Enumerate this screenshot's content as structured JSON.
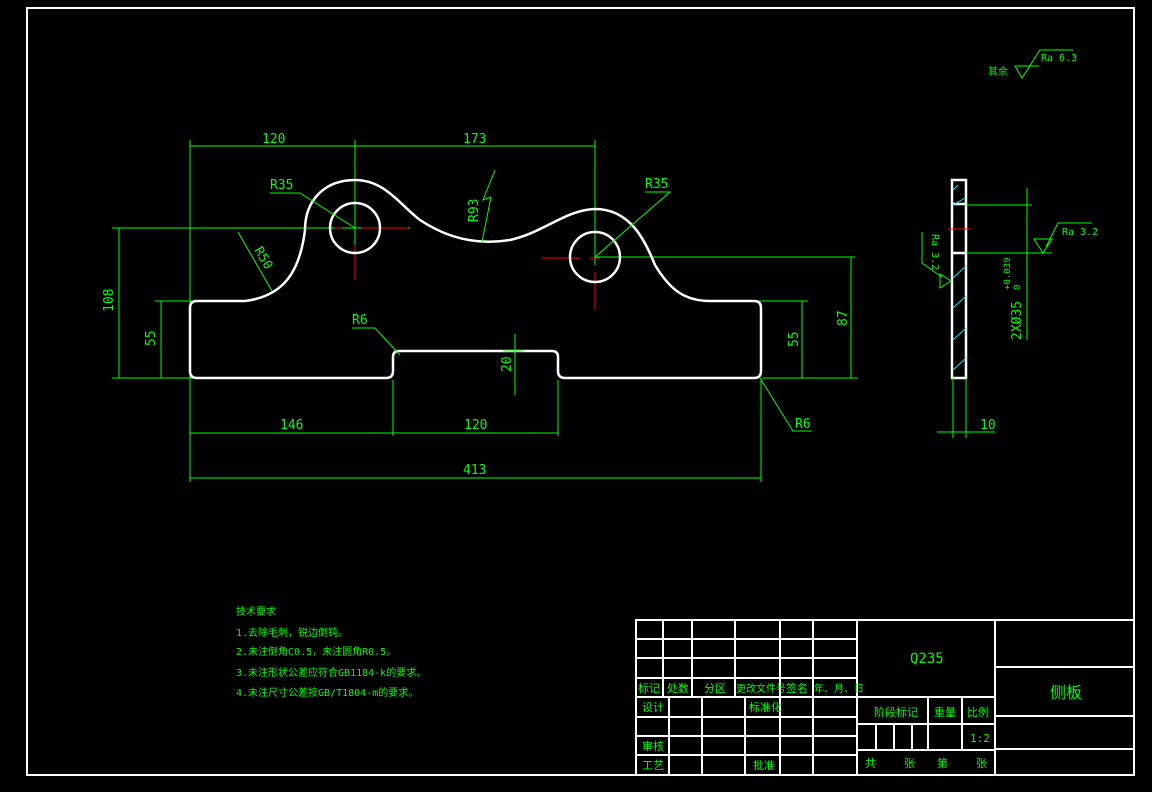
{
  "drawing": {
    "roughness_other": {
      "label": "其余",
      "value": "Ra 6.3"
    },
    "roughness_face": "Ra 3.2",
    "roughness_hole": "Ra 3.2",
    "dimensions": {
      "d120_top": "120",
      "d173": "173",
      "r35_left": "R35",
      "r35_right": "R35",
      "r93": "R93",
      "r50": "R50",
      "d108": "108",
      "d55_left": "55",
      "r6_notch": "R6",
      "d20": "20",
      "d55_right": "55",
      "d87": "87",
      "d146": "146",
      "d120_bottom": "120",
      "r6_corner": "R6",
      "d413": "413",
      "hole_spec": "2XØ35",
      "tol_upper": "+0.039",
      "tol_lower": "0",
      "thickness": "10"
    }
  },
  "tech_requirements": {
    "title": "技术要求",
    "items": [
      "1.去除毛刺，锐边倒钝。",
      "2.未注倒角C0.5，未注圆角R0.5。",
      "3.未注形状公差应符合GB1184-k的要求。",
      "4.未注尺寸公差按GB/T1804-m的要求。"
    ]
  },
  "title_block": {
    "headers": [
      "标记",
      "处数",
      "分区",
      "更改文件号",
      "签名",
      "年、月、日"
    ],
    "design": "设计",
    "standardization": "标准化",
    "review": "审核",
    "process": "工艺",
    "approve": "批准",
    "material": "Q235",
    "stage_mark": "阶段标记",
    "weight": "重量",
    "scale_label": "比例",
    "scale_value": "1:2",
    "total_sheets": "共",
    "sheets_unit1": "张",
    "sheet_no": "第",
    "sheets_unit2": "张",
    "part_name": "侧板"
  }
}
